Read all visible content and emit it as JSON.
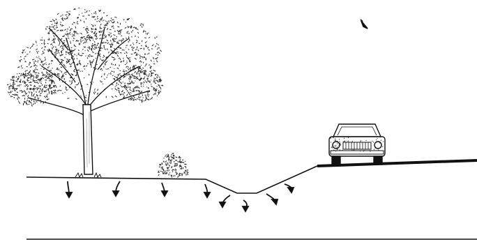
{
  "scene": {
    "elements": [
      "tree",
      "shrub",
      "swale",
      "car",
      "paved-road",
      "bird",
      "infiltration-arrows",
      "baseline"
    ],
    "colors": {
      "ink": "#111111",
      "paper": "#ffffff",
      "stipple": "#222222"
    }
  }
}
